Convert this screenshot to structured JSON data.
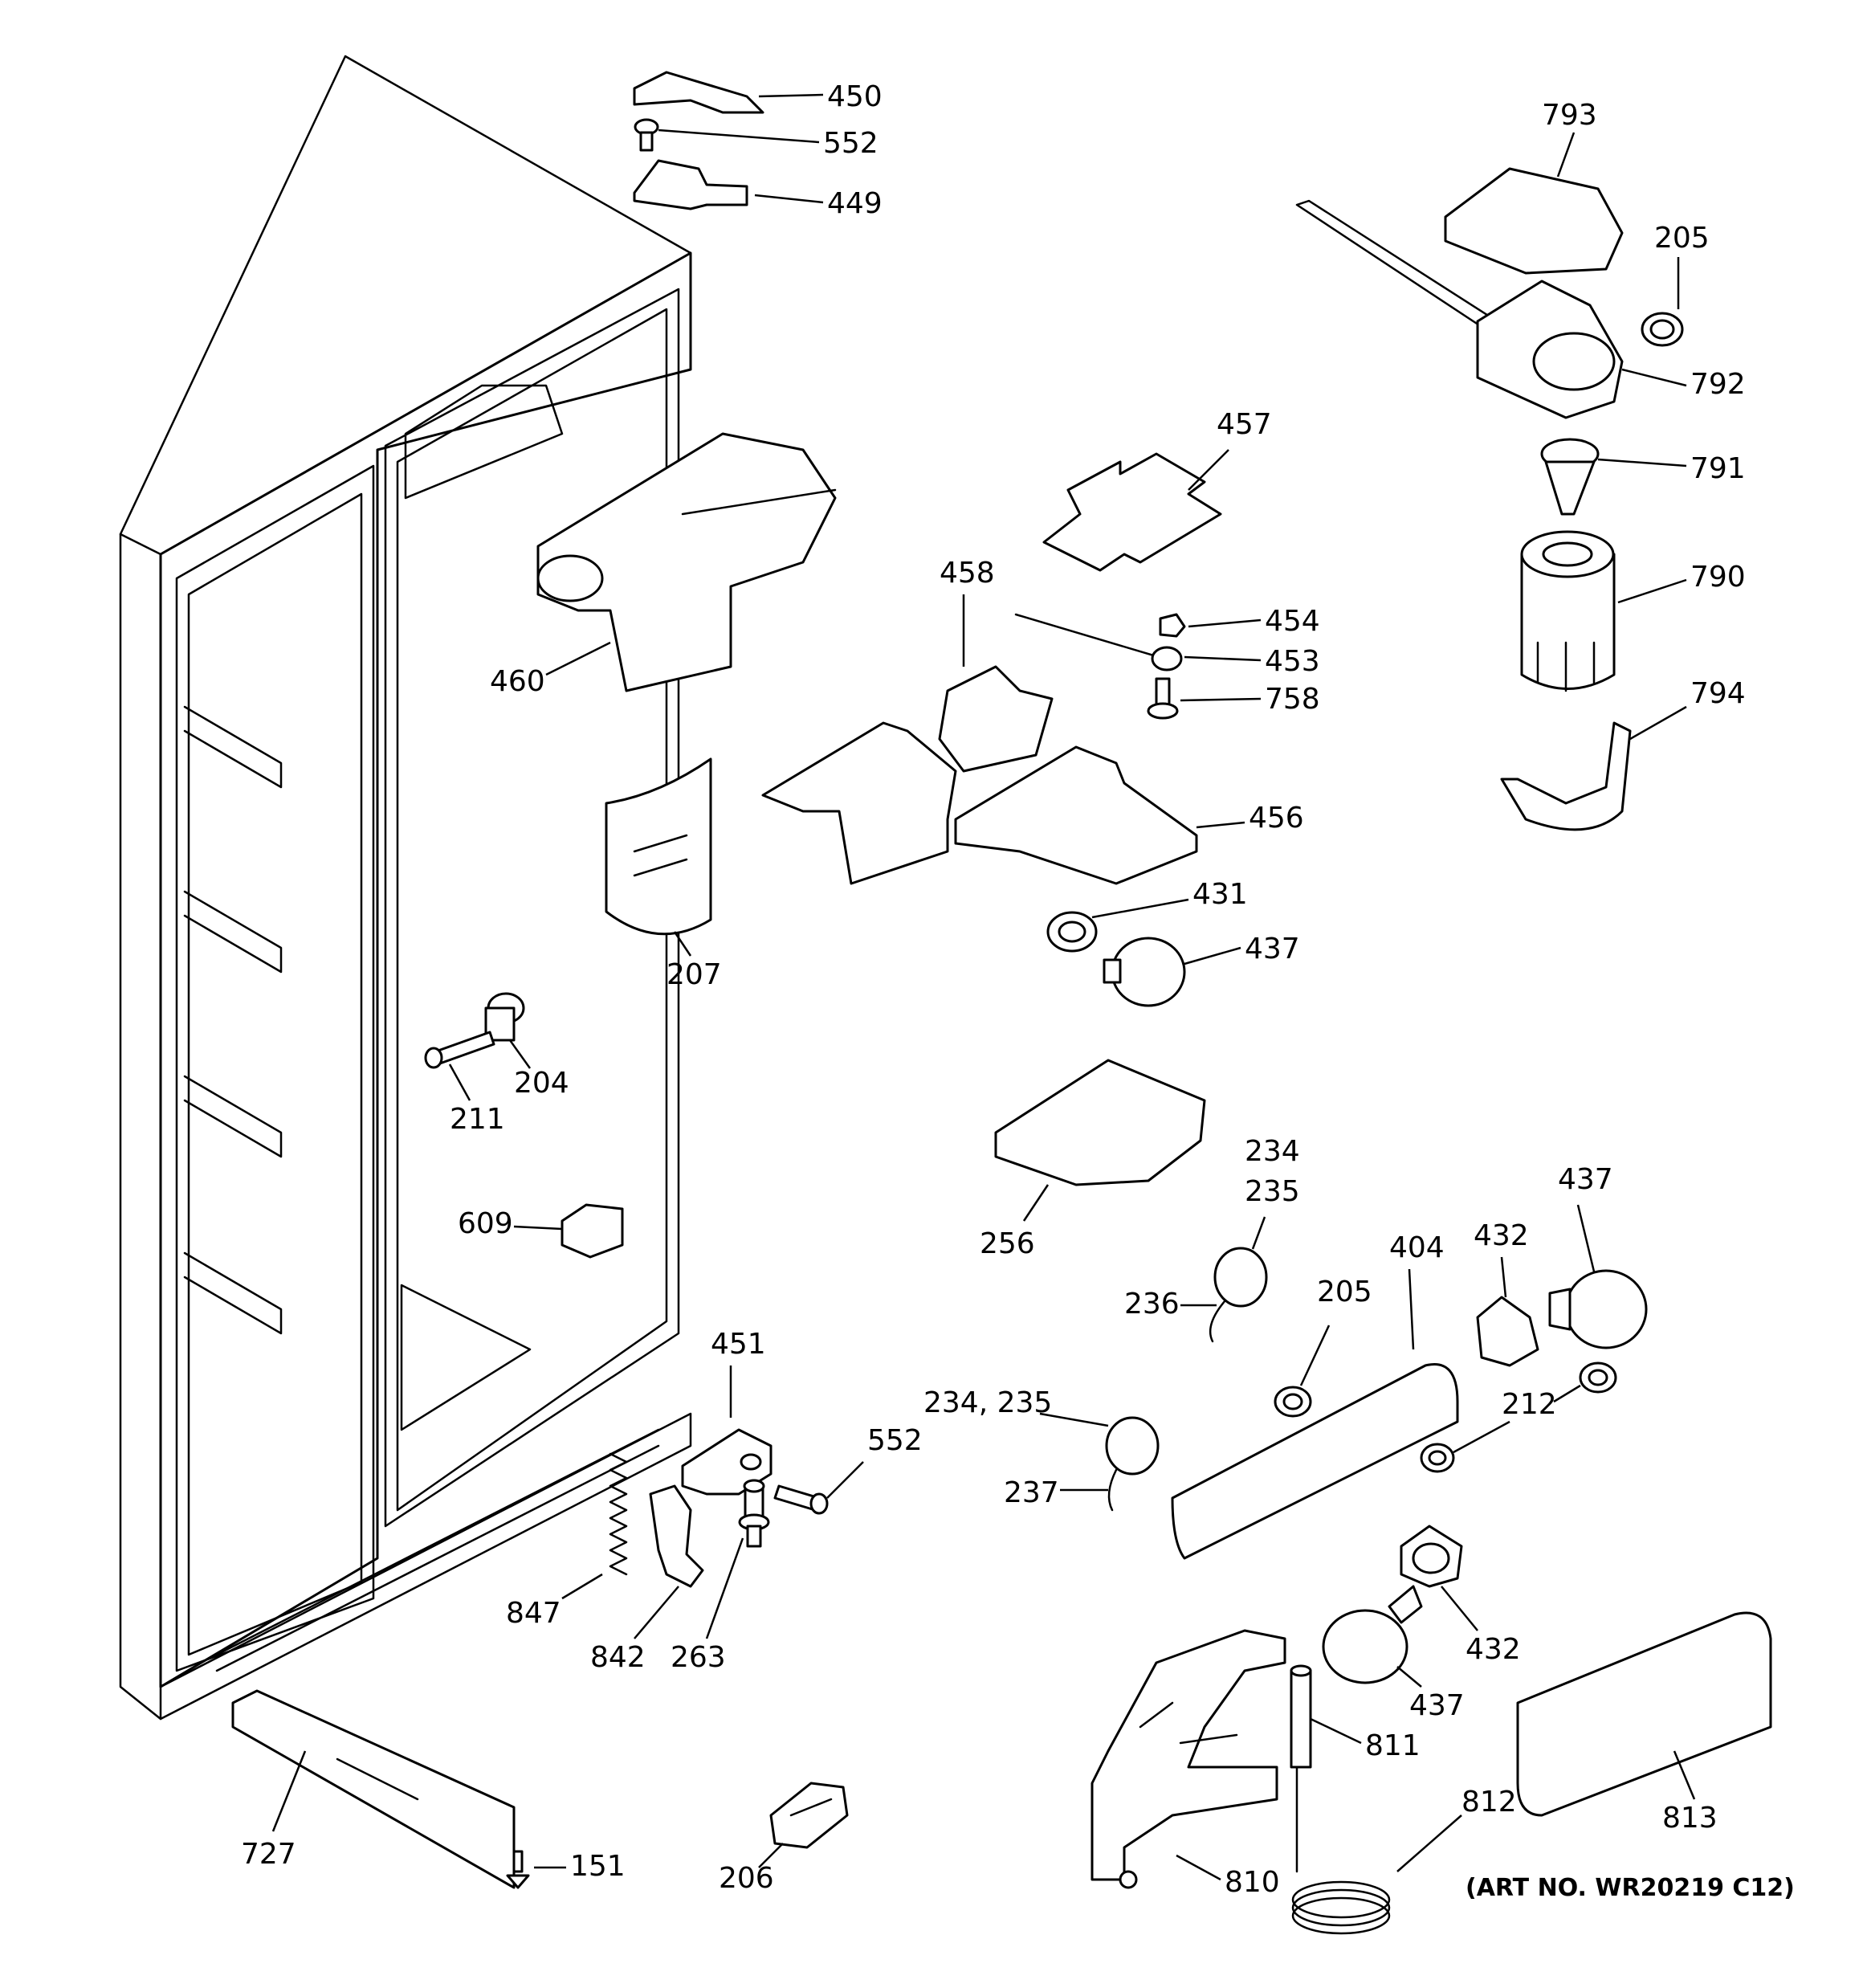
{
  "labels": {
    "l450": "450",
    "l552a": "552",
    "l449": "449",
    "l793": "793",
    "l205a": "205",
    "l792": "792",
    "l791": "791",
    "l790": "790",
    "l794": "794",
    "l457": "457",
    "l458": "458",
    "l454": "454",
    "l453": "453",
    "l758": "758",
    "l460": "460",
    "l456": "456",
    "l431": "431",
    "l437a": "437",
    "l207": "207",
    "l204": "204",
    "l211": "211",
    "l609": "609",
    "l256": "256",
    "l234": "234",
    "l235": "235",
    "l236": "236",
    "l432a": "432",
    "l437b": "437",
    "l404": "404",
    "l205b": "205",
    "l212": "212",
    "l234_235": "234, 235",
    "l237": "237",
    "l451": "451",
    "l552b": "552",
    "l847": "847",
    "l842": "842",
    "l263": "263",
    "l432b": "432",
    "l437c": "437",
    "l811": "811",
    "l812": "812",
    "l813": "813",
    "l810": "810",
    "l727": "727",
    "l151": "151",
    "l206": "206"
  },
  "art_number": "(ART NO. WR20219 C12)"
}
